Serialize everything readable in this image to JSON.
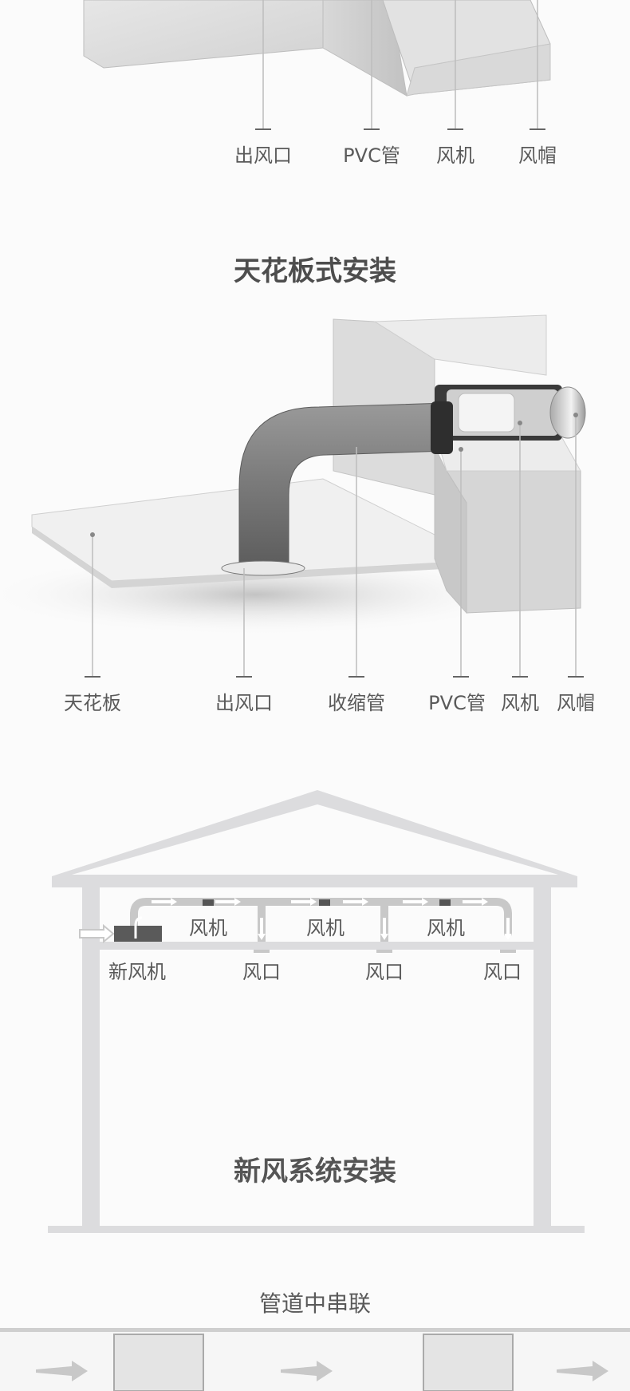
{
  "wall_section": {
    "labels": [
      "出风口",
      "PVC管",
      "风机",
      "风帽"
    ]
  },
  "ceiling_section": {
    "title": "天花板式安装",
    "labels": [
      "天花板",
      "出风口",
      "收缩管",
      "PVC管",
      "风机",
      "风帽"
    ]
  },
  "system_section": {
    "title": "新风系统安装",
    "fan_labels": [
      "风机",
      "风机",
      "风机"
    ],
    "fresh_air_unit": "新风机",
    "vent_labels": [
      "风口",
      "风口",
      "风口"
    ]
  },
  "series_section": {
    "title": "管道中串联"
  },
  "colors": {
    "text": "#5a5a5a",
    "title": "#4d4d4d",
    "house_gray": "#dcdcde",
    "duct_gray": "#c8c8c8",
    "dark_unit": "#555555",
    "pipe_gray": "#7a7a7a",
    "wall_face": "#e0e0e0",
    "wall_side": "#cfcfcf"
  }
}
